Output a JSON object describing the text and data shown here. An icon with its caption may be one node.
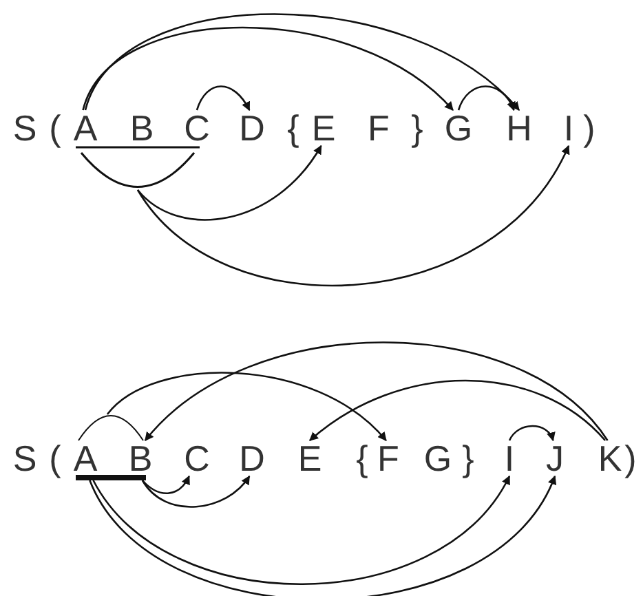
{
  "diagram": {
    "nodes": [
      {
        "text": [
          "A"
        ]
      },
      {
        "text": [
          "B"
        ]
      },
      {
        "text": [
          "C"
        ]
      },
      {
        "text": [
          "D"
        ]
      },
      {
        "text": [
          "E"
        ]
      },
      {
        "text": [
          "F"
        ]
      },
      {
        "text": [
          "G"
        ]
      },
      {
        "text": [
          "H"
        ]
      },
      {
        "text": [
          "I"
        ]
      },
      {
        "text": [],
        "shape": "bracket"
      },
      {
        "text": [],
        "shape": "arc"
      },
      {
        "text": [
          "A"
        ]
      },
      {
        "text": [
          "B"
        ]
      },
      {
        "text": [
          "C"
        ]
      },
      {
        "text": [
          "D"
        ]
      },
      {
        "text": [
          "E"
        ]
      },
      {
        "text": [
          "F"
        ]
      },
      {
        "text": [
          "G"
        ]
      },
      {
        "text": [
          "I"
        ]
      },
      {
        "text": [
          "J"
        ]
      },
      {
        "text": [
          "K"
        ]
      },
      {
        "text": [],
        "shape": "bar"
      }
    ],
    "edges": [
      {
        "from": 0,
        "to": 6,
        "arrow": "to"
      },
      {
        "from": 0,
        "to": 7,
        "arrow": "to"
      },
      {
        "from": 2,
        "to": 3,
        "arrow": "to"
      },
      {
        "from": 6,
        "to": 7,
        "arrow": "to"
      },
      {
        "from": 9,
        "to": 4,
        "arrow": "to"
      },
      {
        "from": 9,
        "to": 8,
        "arrow": "to"
      },
      {
        "from": 10,
        "to": 16,
        "arrow": "to"
      },
      {
        "from": 20,
        "to": 12,
        "arrow": "to"
      },
      {
        "from": 20,
        "to": 15,
        "arrow": "to"
      },
      {
        "from": 21,
        "to": 13,
        "arrow": "to"
      },
      {
        "from": 21,
        "to": 14,
        "arrow": "to"
      },
      {
        "from": 21,
        "to": 18,
        "arrow": "to"
      },
      {
        "from": 21,
        "to": 19,
        "arrow": "to"
      },
      {
        "from": 18,
        "to": 19,
        "arrow": "to"
      }
    ],
    "labels": [
      "S",
      "(",
      "{",
      "}",
      ")",
      "S",
      "(",
      "{",
      "}",
      ")"
    ]
  }
}
